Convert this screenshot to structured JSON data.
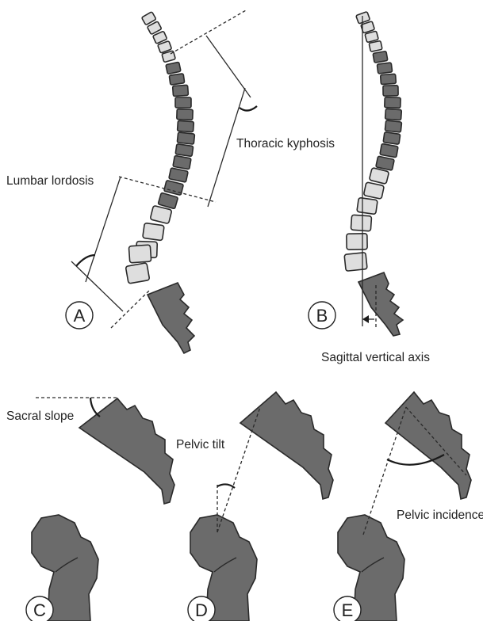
{
  "labels": {
    "thoracic_kyphosis": "Thoracic kyphosis",
    "lumbar_lordosis": "Lumbar lordosis",
    "sagittal_vertical_axis": "Sagittal vertical axis",
    "sacral_slope": "Sacral slope",
    "pelvic_tilt": "Pelvic tilt",
    "pelvic_incidence": "Pelvic incidence"
  },
  "panels": {
    "a": "A",
    "b": "B",
    "c": "C",
    "d": "D",
    "e": "E"
  },
  "colors": {
    "dark_bone": "#6b6b6b",
    "light_bone": "#dedede",
    "outline": "#2a2a2a"
  }
}
